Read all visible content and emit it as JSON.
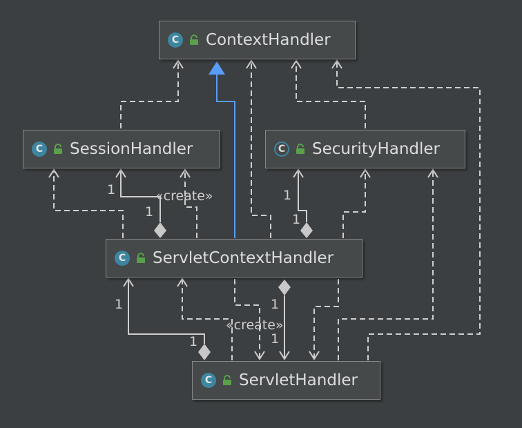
{
  "classes": {
    "context": {
      "name": "ContextHandler",
      "icon": "class-icon",
      "visibility": "public-lock-icon"
    },
    "session": {
      "name": "SessionHandler",
      "icon": "class-icon",
      "visibility": "public-lock-icon"
    },
    "security": {
      "name": "SecurityHandler",
      "icon": "abstract-class-icon",
      "visibility": "public-lock-icon"
    },
    "servletContext": {
      "name": "ServletContextHandler",
      "icon": "class-icon",
      "visibility": "public-lock-icon"
    },
    "servlet": {
      "name": "ServletHandler",
      "icon": "class-icon",
      "visibility": "public-lock-icon"
    }
  },
  "icon_letter": "C",
  "labels": {
    "create_session": "«create»",
    "create_servlet": "«create»",
    "one": "1"
  },
  "colors": {
    "background": "#3c3f41",
    "box": "#45494a",
    "edge": "#cfcfcf",
    "extends": "#589df6",
    "class_icon": "#3e86a0",
    "lock": "#5aa04a"
  }
}
